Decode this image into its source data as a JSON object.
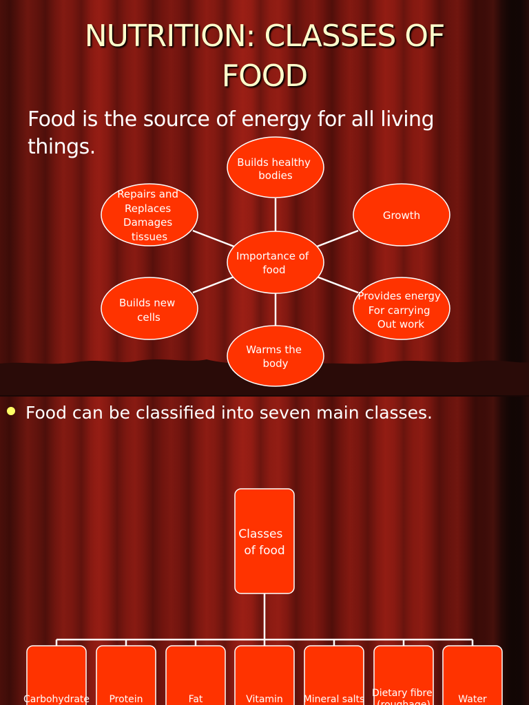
{
  "slide1": {
    "title_line1": "NUTRITION: CLASSES OF",
    "title_line2": "FOOD",
    "intro_line1": "Food is the source of energy for all living",
    "intro_line2": "things.",
    "center": [
      "Importance of",
      "food"
    ],
    "nodes": {
      "top": [
        "Builds healthy",
        "bodies"
      ],
      "top_left": [
        "Repairs and",
        "Replaces",
        "Damages",
        "tissues"
      ],
      "top_right": [
        "Growth"
      ],
      "bottom_left": [
        "Builds new",
        "cells"
      ],
      "bottom_right": [
        "Provides energy",
        "For carrying",
        "Out work"
      ],
      "bottom": [
        "Warms the",
        "body"
      ]
    }
  },
  "slide2": {
    "bullet": "Food can be classified into seven main classes.",
    "root": [
      "Classes",
      "of food"
    ],
    "classes": [
      [
        "Carbohydrate"
      ],
      [
        "Protein"
      ],
      [
        "Fat"
      ],
      [
        "Vitamin"
      ],
      [
        "Mineral salts"
      ],
      [
        "Dietary fibre",
        "(roughage)"
      ],
      [
        "Water"
      ]
    ]
  },
  "colors": {
    "node_fill": "#ff3300",
    "node_stroke": "#ffffff",
    "title": "#ffffcc",
    "bullet_dot": "#ffff66"
  }
}
